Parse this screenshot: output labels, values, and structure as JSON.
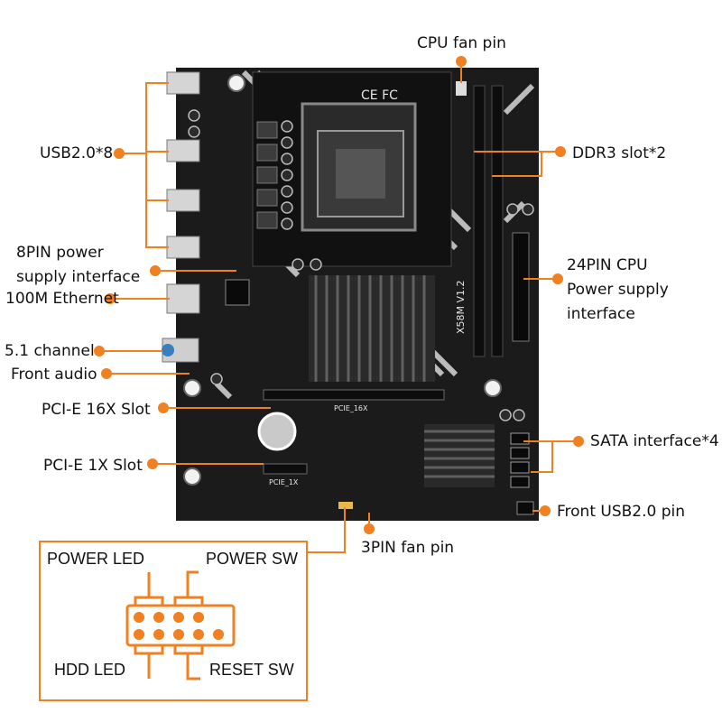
{
  "labels": {
    "cpu_fan_pin": "CPU fan pin",
    "usb20": "USB2.0*8",
    "ddr3": "DDR3 slot*2",
    "pin8_line1": "8PIN power",
    "pin8_line2": "supply interface",
    "ethernet": "100M Ethernet",
    "pin24_line1": "24PIN CPU",
    "pin24_line2": "Power supply",
    "pin24_line3": "interface",
    "audio_line1": "5.1 channel",
    "audio_line2": "Front audio",
    "pcie16": "PCI-E 16X Slot",
    "pcie1": "PCI-E 1X Slot",
    "sata": "SATA interface*4",
    "front_usb": "Front USB2.0 pin",
    "fan3pin": "3PIN fan pin"
  },
  "board_text": {
    "model": "X58M V1.2",
    "pcie16_silk": "PCIE_16X",
    "pcie1_silk": "PCIE_1X",
    "ce_mark": "CE FC"
  },
  "header_box": {
    "power_led": "POWER LED",
    "power_sw": "POWER SW",
    "hdd_led": "HDD LED",
    "reset_sw": "RESET SW"
  },
  "colors": {
    "accent": "#F08020",
    "board": "#1a1a1a",
    "board_dark": "#0d0d0d",
    "stripe": "#d9d9d9",
    "pin_fill": "#F08020",
    "box_stroke": "#F08020"
  }
}
